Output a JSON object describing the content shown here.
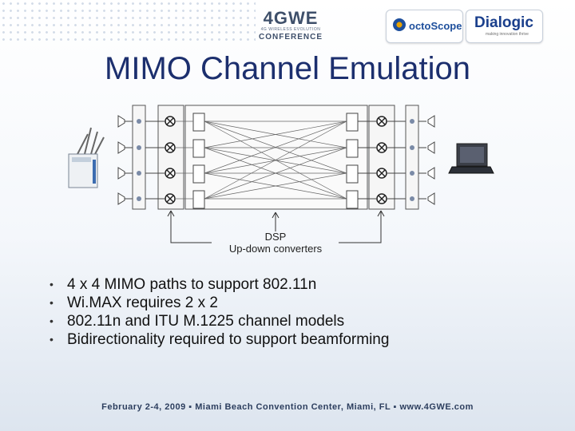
{
  "conference": {
    "logo_main": "4GWE",
    "logo_sub": "4G WIRELESS EVOLUTION",
    "logo_bottom": "CONFERENCE"
  },
  "sponsors": {
    "left": {
      "name": "octoScope"
    },
    "right": {
      "name": "Dialogic",
      "tagline": "making innovation thrive"
    }
  },
  "slide": {
    "title": "MIMO Channel Emulation"
  },
  "diagram": {
    "label_dsp": "DSP",
    "label_converters": "Up-down converters",
    "left_device_icon": "wireless-router-icon",
    "right_device_icon": "laptop-icon"
  },
  "bullets": [
    "4 x 4 MIMO paths to support 802.11n",
    "Wi.MAX requires 2 x 2",
    "802.11n and ITU M.1225 channel models",
    "Bidirectionality required to support beamforming"
  ],
  "footer": {
    "text": "February 2-4, 2009  ▪  Miami Beach Convention Center, Miami, FL  ▪  www.4GWE.com"
  },
  "colors": {
    "title": "#1c2f6e",
    "diagram_lines": "#555555",
    "footer": "#2c3e5e"
  }
}
